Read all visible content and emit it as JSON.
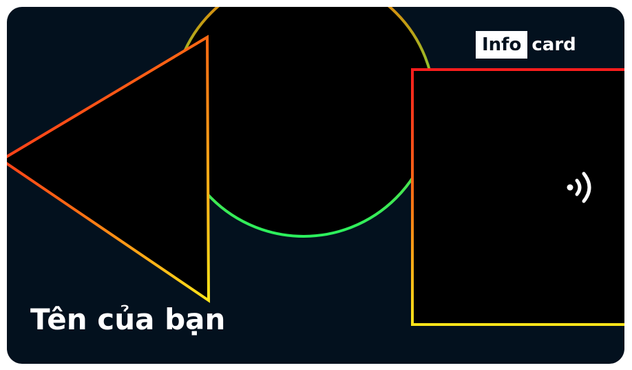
{
  "card": {
    "logo": {
      "boxed_text": "Info",
      "plain_text": "card"
    },
    "holder_name": "Tên của bạn",
    "icons": {
      "contactless": "contactless-icon"
    },
    "colors": {
      "background": "#03111e",
      "shape_fill": "#000000",
      "text": "#ffffff",
      "gradient_red": "#ff1d1d",
      "gradient_orange": "#ff6a13",
      "gradient_yellow": "#ffe51a",
      "gradient_green": "#2bf05d"
    }
  }
}
